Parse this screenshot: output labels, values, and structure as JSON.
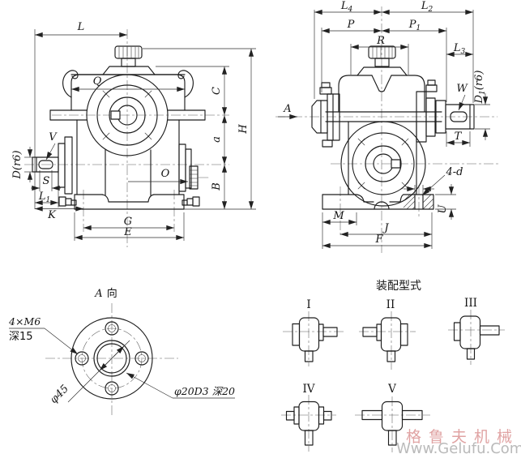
{
  "watermark": {
    "brand": "格鲁夫机械",
    "url": "Www.Gelufu.Com"
  },
  "front_view": {
    "dim_L": "L",
    "dim_Q": "Q",
    "dim_C": "C",
    "dim_H": "H",
    "dim_a": "a",
    "dim_B": "B",
    "dim_O": "O",
    "dim_V": "V",
    "dim_D": "D(r6)",
    "dim_S": "S",
    "dim_L1": {
      "base": "L",
      "sub": "1"
    },
    "dim_K": "K",
    "dim_G": "G",
    "dim_E": "E"
  },
  "side_view": {
    "view_arrow": "A",
    "dim_L4": {
      "base": "L",
      "sub": "4"
    },
    "dim_L2": {
      "base": "L",
      "sub": "2"
    },
    "dim_P": "P",
    "dim_P1": {
      "base": "P",
      "sub": "1"
    },
    "dim_R": "R",
    "dim_L3": {
      "base": "L",
      "sub": "3"
    },
    "dim_W": "W",
    "dim_D1": {
      "base": "D",
      "sub": "1",
      "rest": "(r6)"
    },
    "dim_T": "T",
    "holes_note": "4-d",
    "dim_M": "M",
    "dim_J": "J",
    "dim_F": "F",
    "dim_U": "U"
  },
  "a_view": {
    "title_letter": "A",
    "title_cn": "向",
    "thread_note_line1": "4×M6",
    "thread_note_line2": "深15",
    "bolt_circle_dia": "φ45",
    "bore_note": "φ20D3 深20"
  },
  "assembly": {
    "title": "装配型式",
    "types": [
      "I",
      "II",
      "III",
      "IV",
      "V"
    ]
  }
}
